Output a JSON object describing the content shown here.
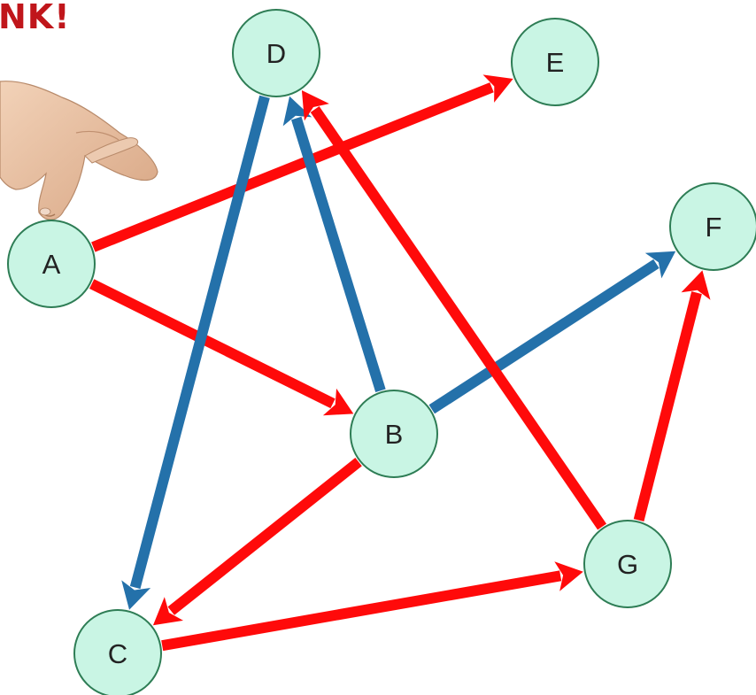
{
  "banner": {
    "text": "NK!"
  },
  "nodes": [
    {
      "id": "A",
      "label": "A"
    },
    {
      "id": "B",
      "label": "B"
    },
    {
      "id": "C",
      "label": "C"
    },
    {
      "id": "D",
      "label": "D"
    },
    {
      "id": "E",
      "label": "E"
    },
    {
      "id": "F",
      "label": "F"
    },
    {
      "id": "G",
      "label": "G"
    }
  ],
  "edges": [
    {
      "from": "A",
      "to": "E",
      "color": "red"
    },
    {
      "from": "A",
      "to": "B",
      "color": "red"
    },
    {
      "from": "B",
      "to": "D",
      "color": "blue"
    },
    {
      "from": "D",
      "to": "C",
      "color": "blue"
    },
    {
      "from": "B",
      "to": "F",
      "color": "blue"
    },
    {
      "from": "B",
      "to": "C",
      "color": "red"
    },
    {
      "from": "C",
      "to": "G",
      "color": "red"
    },
    {
      "from": "G",
      "to": "D",
      "color": "red"
    },
    {
      "from": "G",
      "to": "F",
      "color": "red"
    }
  ],
  "colors": {
    "red_edge": "#ff0a0a",
    "blue_edge": "#2471aa",
    "node_fill": "#c9f5e4",
    "node_stroke": "#2e7d55",
    "banner": "#c0161b",
    "skin": "#e8c0a0"
  },
  "pointer": {
    "icon": "hand-pointer-icon"
  }
}
